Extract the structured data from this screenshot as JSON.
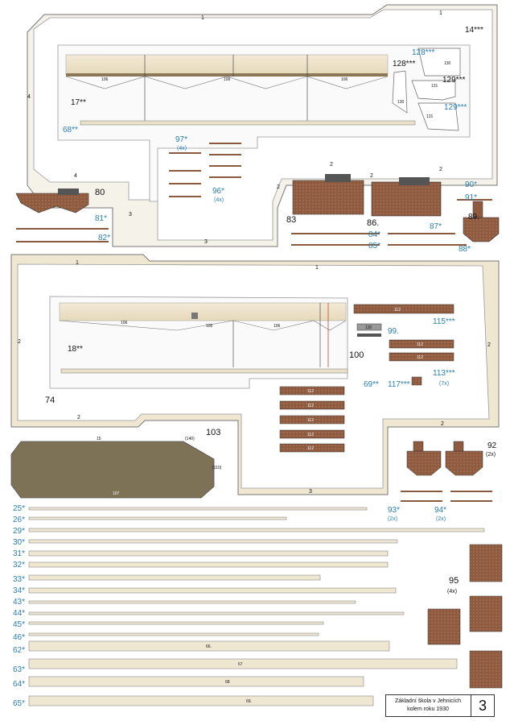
{
  "sheet": {
    "footer_line1": "Základní škola v Jehnicích",
    "footer_line2": "kolem roku 1930",
    "sheet_number": "3"
  },
  "colors": {
    "label_blue": "#2a7fb3",
    "wall_cream": "#efe7d2",
    "roof_brown": "#8a5a3e",
    "ground": "#7d7256"
  },
  "upper_frame": {
    "edge_labels": [
      "1",
      "1",
      "4",
      "4",
      "2",
      "2",
      "2",
      "2",
      "3",
      "3"
    ],
    "part_14": "14***",
    "part_17": "17**",
    "part_68": "68**",
    "wall_106": "106",
    "part_128a": "128***",
    "part_128b": "128***",
    "part_129a": "129***",
    "part_129b": "129***",
    "part_130a": "130",
    "part_130b": "130",
    "part_131a": "131",
    "part_131b": "131",
    "part_97": "97*",
    "part_97_qty": "(4x)",
    "part_96": "96*",
    "part_96_qty": "(4x)",
    "part_80": "80",
    "part_81": "81*",
    "part_82": "82*",
    "part_83": "83",
    "part_86": "86.",
    "part_84": "84*",
    "part_85": "85*",
    "part_87": "87*",
    "part_88": "88*",
    "part_89": "89.",
    "part_90": "90*",
    "part_91": "91*"
  },
  "middle_frame": {
    "edge_labels": [
      "1",
      "1",
      "2",
      "2",
      "2",
      "2",
      "3"
    ],
    "part_18": "18**",
    "part_69": "69**",
    "part_74": "74",
    "part_99": "99.",
    "part_100": "100",
    "part_113": "113***",
    "part_113_qty": "(7x)",
    "part_115": "115***",
    "part_117": "117***",
    "plank_112": "112",
    "plank_130": "130",
    "wall_106": "106"
  },
  "ground": {
    "part_103": "103",
    "label_15": "15",
    "label_140": "(140)",
    "label_110": "(110)",
    "label_107": "107"
  },
  "right_column": {
    "part_92": "92",
    "part_92_qty": "(2x)",
    "part_93": "93*",
    "part_93_qty": "(2x)",
    "part_94": "94*",
    "part_94_qty": "(2x)",
    "part_95": "95",
    "part_95_qty": "(4x)"
  },
  "strips": [
    {
      "label": "25*"
    },
    {
      "label": "26*"
    },
    {
      "label": "29*"
    },
    {
      "label": "30*"
    },
    {
      "label": "31*"
    },
    {
      "label": "32*"
    },
    {
      "label": "33*"
    },
    {
      "label": "34*"
    },
    {
      "label": "43*"
    },
    {
      "label": "44*"
    },
    {
      "label": "45*"
    },
    {
      "label": "46*"
    },
    {
      "label": "62*",
      "inner": "66."
    },
    {
      "label": "63*",
      "inner": "67"
    },
    {
      "label": "64*",
      "inner": "68"
    },
    {
      "label": "65*",
      "inner": "69."
    }
  ]
}
